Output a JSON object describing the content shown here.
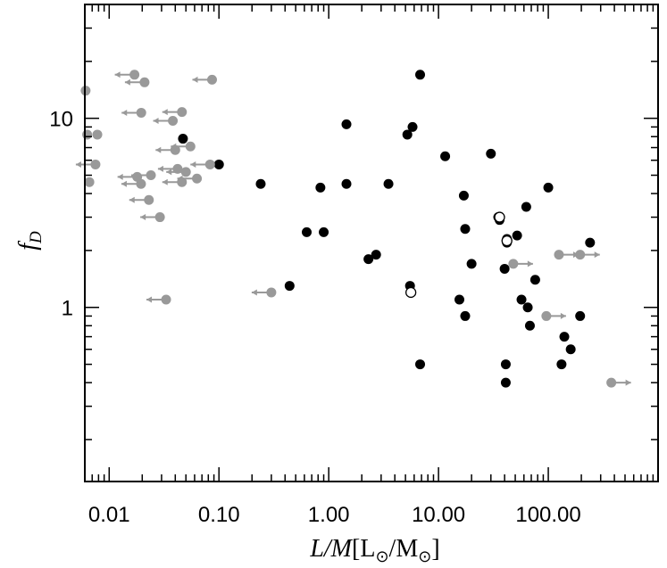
{
  "chart_data": {
    "type": "scatter",
    "title": "",
    "xscale": "log",
    "yscale": "log",
    "xlim": [
      0.006,
      1000
    ],
    "ylim": [
      0.12,
      40
    ],
    "xlabel": {
      "main": "L/M",
      "bracket": "[L",
      "sub1": "⊙",
      "slash": "/M",
      "sub2": "⊙",
      "close": "]"
    },
    "ylabel": {
      "main": "f",
      "sub": "D"
    },
    "x_ticks": [
      {
        "value": 0.01,
        "label": "0.01"
      },
      {
        "value": 0.1,
        "label": "0.10"
      },
      {
        "value": 1,
        "label": "1.00"
      },
      {
        "value": 10,
        "label": "10.00"
      },
      {
        "value": 100,
        "label": "100.00"
      }
    ],
    "y_ticks": [
      {
        "value": 1,
        "label": "1"
      },
      {
        "value": 10,
        "label": "10"
      }
    ],
    "colors": {
      "detections": "#000000",
      "limits": "#999999",
      "axis": "#000000"
    },
    "series": [
      {
        "marker": "filled-circle",
        "color": "#000000",
        "points": [
          [
            0.047,
            7.8
          ],
          [
            0.1,
            5.7
          ],
          [
            0.24,
            4.5
          ],
          [
            0.44,
            1.3
          ],
          [
            0.63,
            2.5
          ],
          [
            0.84,
            4.3
          ],
          [
            0.9,
            2.5
          ],
          [
            1.45,
            9.3
          ],
          [
            1.45,
            4.5
          ],
          [
            2.3,
            1.8
          ],
          [
            2.7,
            1.9
          ],
          [
            3.5,
            4.5
          ],
          [
            5.2,
            8.2
          ],
          [
            5.5,
            1.3
          ],
          [
            5.8,
            9.0
          ],
          [
            6.8,
            17.0
          ],
          [
            6.8,
            0.5
          ],
          [
            11.5,
            6.3
          ],
          [
            15.5,
            1.1
          ],
          [
            17.0,
            3.9
          ],
          [
            17.5,
            2.6
          ],
          [
            17.5,
            0.9
          ],
          [
            20.0,
            1.7
          ],
          [
            30.0,
            6.5
          ],
          [
            35.0,
            3.0
          ],
          [
            36.0,
            2.9
          ],
          [
            40.0,
            1.6
          ],
          [
            41.0,
            0.5
          ],
          [
            41.0,
            0.4
          ],
          [
            42.0,
            2.3
          ],
          [
            42.0,
            2.2
          ],
          [
            52.0,
            2.4
          ],
          [
            57.0,
            1.1
          ],
          [
            63.0,
            3.4
          ],
          [
            65.0,
            1.0
          ],
          [
            68.0,
            0.8
          ],
          [
            76.0,
            1.4
          ],
          [
            100.0,
            4.3
          ],
          [
            132.0,
            0.5
          ],
          [
            140.0,
            0.7
          ],
          [
            160.0,
            0.6
          ],
          [
            195.0,
            0.9
          ],
          [
            240.0,
            2.2
          ]
        ]
      },
      {
        "marker": "open-circle",
        "color": "#000000",
        "points": [
          [
            5.6,
            1.2
          ],
          [
            36.0,
            3.0
          ],
          [
            42.0,
            2.25
          ]
        ]
      },
      {
        "marker": "filled-circle-arrow-left",
        "color": "#999999",
        "points": [
          [
            0.017,
            17.0
          ],
          [
            0.021,
            15.5
          ],
          [
            0.0865,
            16.0
          ],
          [
            0.0196,
            10.7
          ],
          [
            0.046,
            10.8
          ],
          [
            0.038,
            9.7
          ],
          [
            0.055,
            7.1
          ],
          [
            0.04,
            6.8
          ],
          [
            0.083,
            5.7
          ],
          [
            0.0075,
            5.7
          ],
          [
            0.042,
            5.4
          ],
          [
            0.05,
            5.2
          ],
          [
            0.024,
            5.0
          ],
          [
            0.018,
            4.9
          ],
          [
            0.046,
            4.6
          ],
          [
            0.063,
            4.8
          ],
          [
            0.0195,
            4.5
          ],
          [
            0.023,
            3.7
          ],
          [
            0.029,
            3.0
          ],
          [
            0.033,
            1.1
          ],
          [
            0.3,
            1.2
          ]
        ]
      },
      {
        "marker": "filled-circle",
        "color": "#999999",
        "points": [
          [
            0.0061,
            14.0
          ],
          [
            0.0063,
            8.2
          ],
          [
            0.0078,
            8.2
          ],
          [
            0.0066,
            4.6
          ]
        ]
      },
      {
        "marker": "filled-circle-arrow-right",
        "color": "#999999",
        "points": [
          [
            48.0,
            1.7
          ],
          [
            96.0,
            0.9
          ],
          [
            125.0,
            1.9
          ],
          [
            195.0,
            1.9
          ],
          [
            375.0,
            0.4
          ]
        ]
      }
    ]
  }
}
